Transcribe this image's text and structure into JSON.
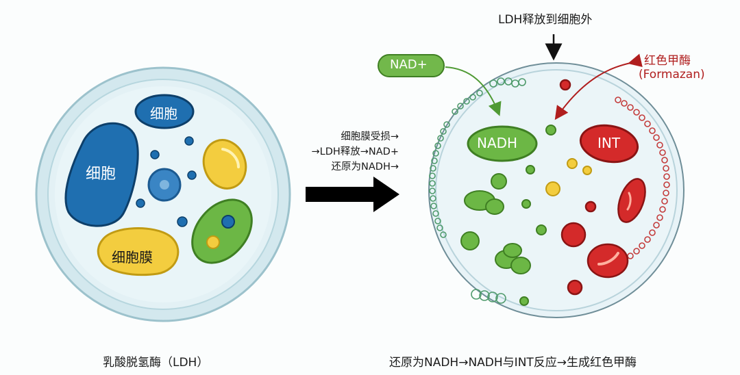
{
  "left_panel": {
    "cell_label_small": "细胞",
    "cell_label_large": "细胞",
    "membrane_label": "细胞膜",
    "caption": "乳酸脱氢酶（LDH）"
  },
  "middle": {
    "process_lines": [
      "细胞膜受损→",
      "→LDH释放→NAD+",
      "还原为NADH→"
    ]
  },
  "right_panel": {
    "release_label": "LDH释放到细胞外",
    "nad_plus_label": "NAD+",
    "nadh_label": "NADH",
    "int_label": "INT",
    "formazan_label_line1": "红色甲酶",
    "formazan_label_line2": "(Formazan)",
    "caption": "还原为NADH→NADH与INT反应→生成红色甲酶"
  },
  "colors": {
    "dish_outer": "#d6eaf0",
    "dish_inner": "#e4f2f6",
    "cell_blue": "#1f6fb0",
    "membrane_yellow": "#f3cd3f",
    "green": "#6cb745",
    "red": "#d42a2a",
    "formazan_text": "#b01e1e",
    "arrow": "#000000"
  }
}
